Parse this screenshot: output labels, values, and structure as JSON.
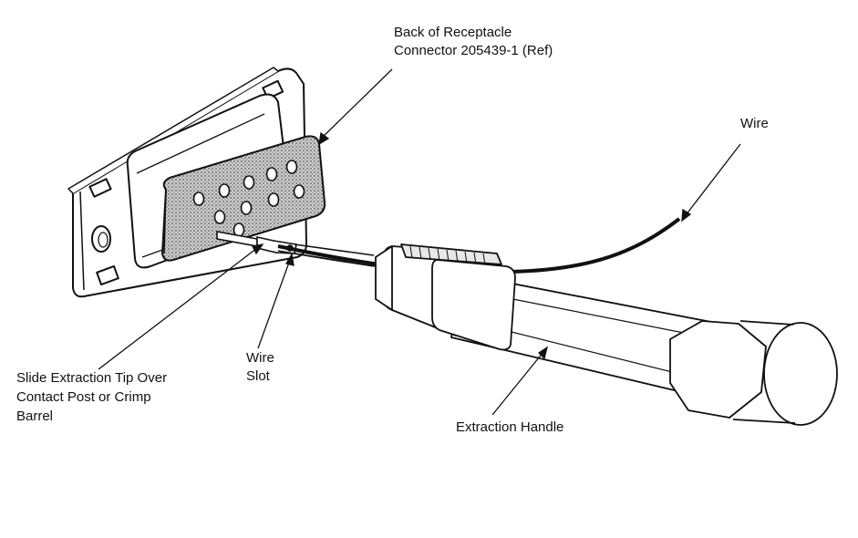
{
  "diagram": {
    "labels": {
      "receptacle_line1": "Back of Receptacle",
      "receptacle_line2": "Connector 205439-1 (Ref)",
      "wire": "Wire",
      "wire_slot_line1": "Wire",
      "wire_slot_line2": "Slot",
      "slide_line1": "Slide Extraction Tip Over",
      "slide_line2": "Contact Post or Crimp",
      "slide_line3": "Barrel",
      "handle": "Extraction Handle"
    },
    "colors": {
      "line": "#111111",
      "stipple": "#9a9a9a",
      "background": "#ffffff"
    }
  }
}
